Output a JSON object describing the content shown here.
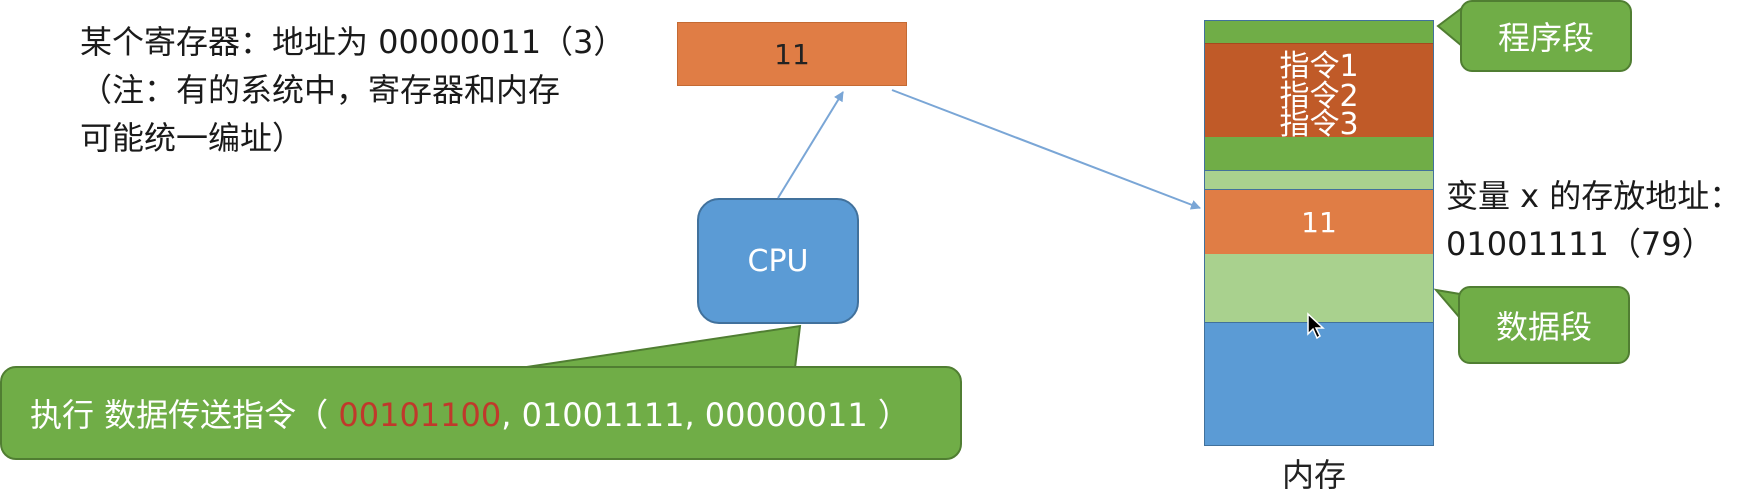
{
  "register": {
    "description_lines": [
      "某个寄存器：地址为 00000011（3）",
      "（注：有的系统中，寄存器和内存",
      "可能统一编址）"
    ],
    "value": "11"
  },
  "cpu": {
    "label": "CPU"
  },
  "instruction": {
    "prefix": "执行 数据传送指令（ ",
    "opcode": "00101100",
    "rest": ", 01001111, 00000011 ）",
    "opcode_color": "#c0392b"
  },
  "memory": {
    "label": "内存",
    "instructions": [
      "指令1",
      "指令2",
      "指令3"
    ],
    "variable_value": "11"
  },
  "variable": {
    "lines": [
      "变量 x 的存放地址：",
      "01001111（79）"
    ]
  },
  "callouts": {
    "program_segment": "程序段",
    "data_segment": "数据段"
  },
  "colors": {
    "orange": "#e07d45",
    "dark_orange": "#c05a28",
    "green": "#70ad47",
    "light_green": "#a9d18e",
    "blue": "#5b9bd5",
    "arrow": "#7aa6d6"
  }
}
